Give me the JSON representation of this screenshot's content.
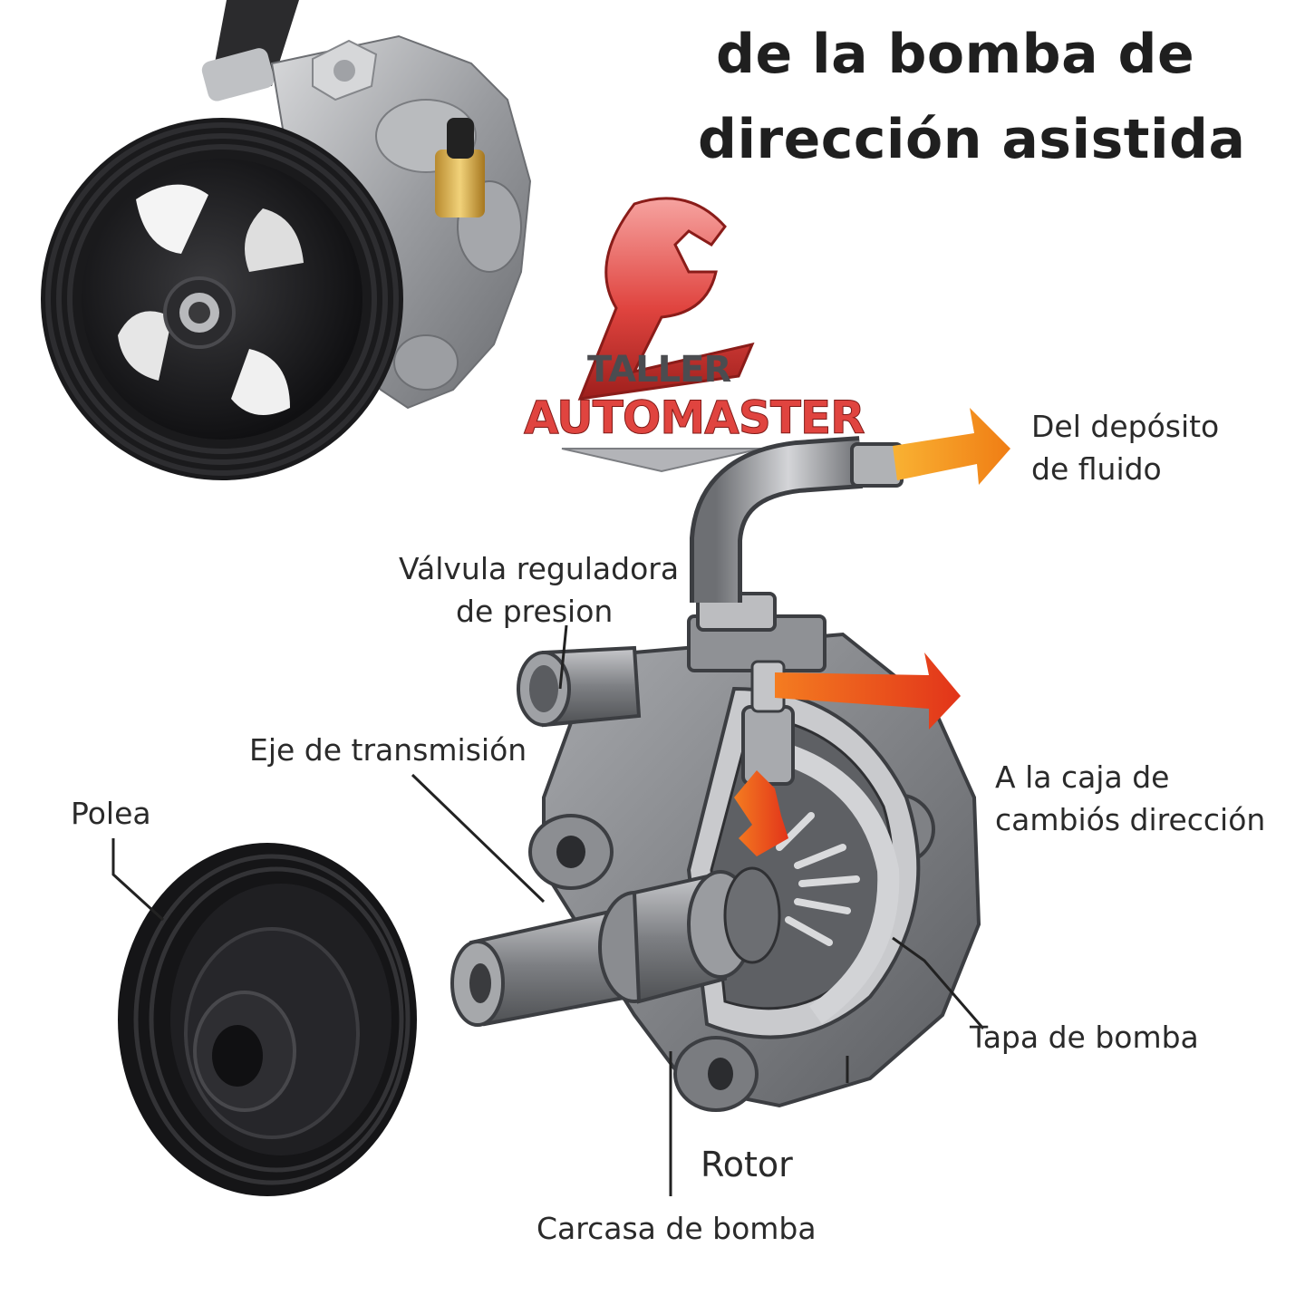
{
  "title": {
    "line1": "de la bomba de",
    "line2": "dirección asistida"
  },
  "logo": {
    "top": "TALLER",
    "bottom": "AUTOMASTER"
  },
  "labels": {
    "deposito_1": "Del depósito",
    "deposito_2": "de fluido",
    "valvula_1": "Válvula reguladora",
    "valvula_2": "de presion",
    "eje": "Eje de transmisión",
    "polea": "Polea",
    "caja_1": "A la caja de",
    "caja_2": "cambiós dirección",
    "tapa": "Tapa de bomba",
    "rotor": "Rotor",
    "carcasa": "Carcasa de bomba"
  },
  "colors": {
    "arrow_orange": "#f7931e",
    "arrow_red": "#e9421c",
    "logo_red": "#e0443f",
    "metal": "#8d8f93",
    "dark": "#1c1c1e"
  },
  "icons": [
    "wrench-icon"
  ]
}
